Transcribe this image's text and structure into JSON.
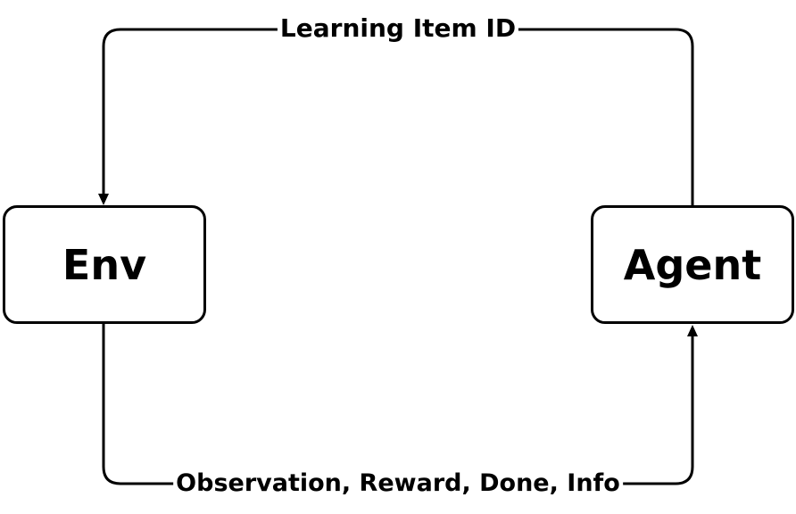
{
  "nodes": {
    "env": "Env",
    "agent": "Agent"
  },
  "edges": {
    "agent_to_env": "Learning Item ID",
    "env_to_agent": "Observation, Reward, Done, Info"
  },
  "colors": {
    "stroke": "#000000",
    "background": "#ffffff"
  }
}
